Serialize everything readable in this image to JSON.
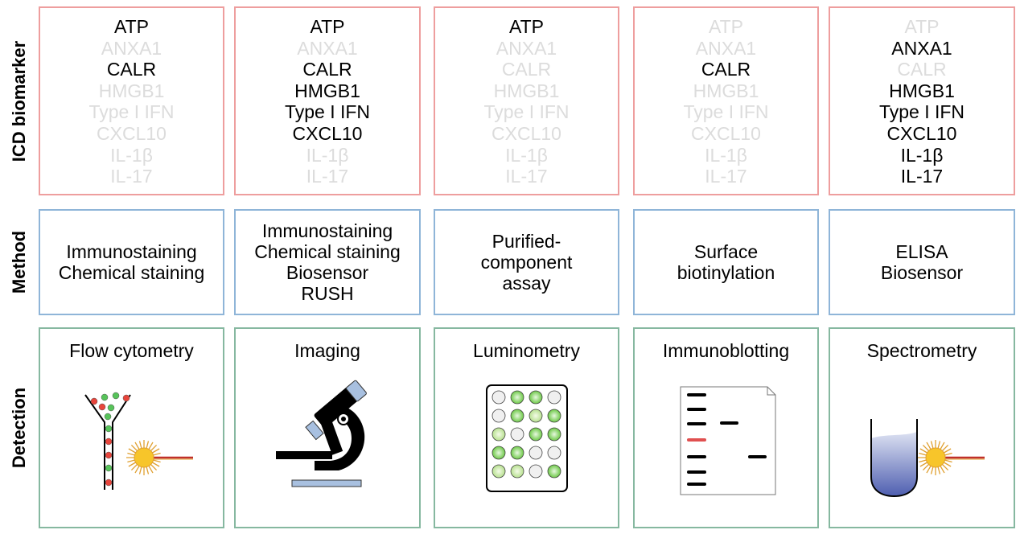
{
  "row_labels": {
    "biomarker": "ICD biomarker",
    "method": "Method",
    "detection": "Detection"
  },
  "biomarkers": [
    "ATP",
    "ANXA1",
    "CALR",
    "HMGB1",
    "Type I IFN",
    "CXCL10",
    "IL-1β",
    "IL-17"
  ],
  "columns": [
    {
      "active": [
        true,
        false,
        true,
        false,
        false,
        false,
        false,
        false
      ],
      "method": [
        "Immunostaining",
        "Chemical staining"
      ],
      "detection": "Flow cytometry",
      "icon": "flow-cytometer-icon"
    },
    {
      "active": [
        true,
        false,
        true,
        true,
        true,
        true,
        false,
        false
      ],
      "method": [
        "Immunostaining",
        "Chemical staining",
        "Biosensor",
        "RUSH"
      ],
      "detection": "Imaging",
      "icon": "microscope-icon"
    },
    {
      "active": [
        true,
        false,
        false,
        false,
        false,
        false,
        false,
        false
      ],
      "method": [
        "Purified-",
        "component",
        "assay"
      ],
      "detection": "Luminometry",
      "icon": "well-plate-icon"
    },
    {
      "active": [
        false,
        false,
        true,
        false,
        false,
        false,
        false,
        false
      ],
      "method": [
        "Surface",
        "biotinylation"
      ],
      "detection": "Immunoblotting",
      "icon": "western-blot-icon"
    },
    {
      "active": [
        false,
        true,
        false,
        true,
        true,
        true,
        true,
        true
      ],
      "method": [
        "ELISA",
        "Biosensor"
      ],
      "detection": "Spectrometry",
      "icon": "test-tube-icon"
    }
  ],
  "colors": {
    "biomarker_border": "#ee9e9e",
    "method_border": "#8fb5d8",
    "detection_border": "#86b8a0",
    "inactive_text": "#dcdcdc",
    "active_text": "#000000"
  }
}
